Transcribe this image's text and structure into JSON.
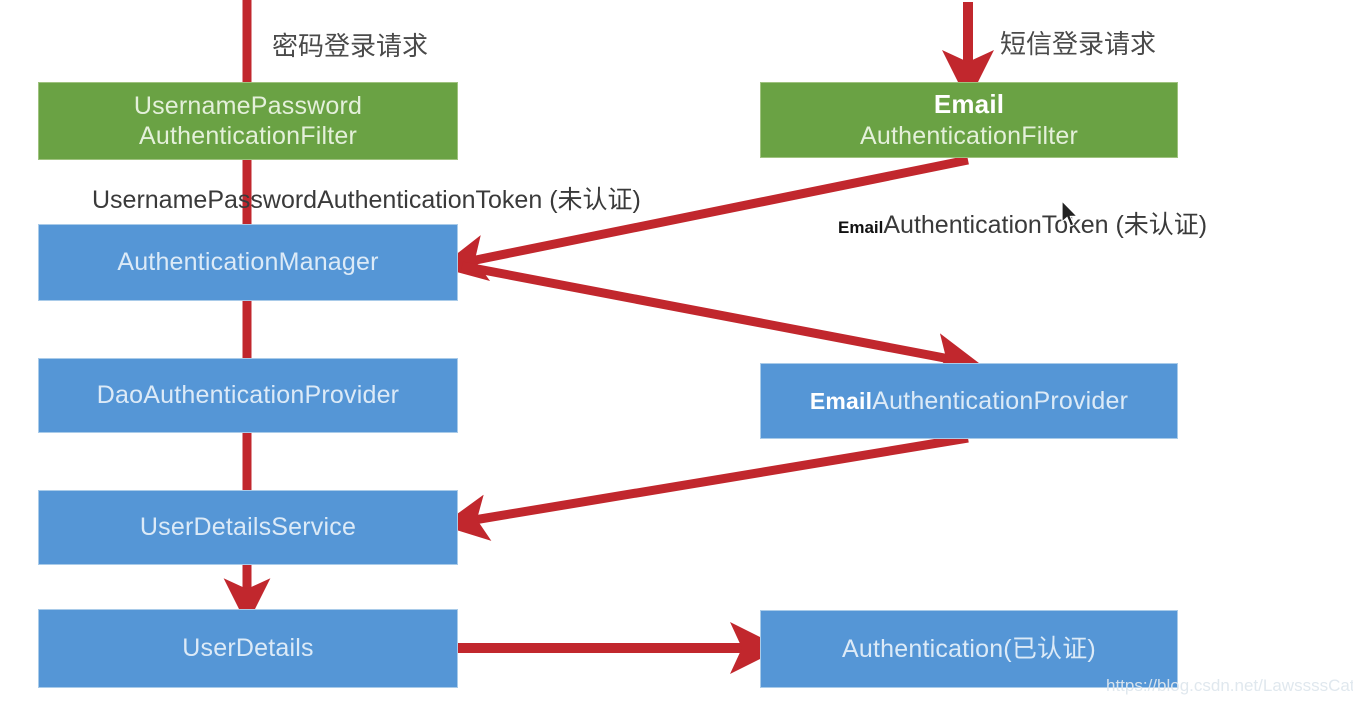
{
  "diagram": {
    "title_left": "密码登录请求",
    "title_right": "短信登录请求",
    "accent_red": "#C1272D",
    "green": "#6AA244",
    "blue": "#5596D6",
    "nodes": [
      {
        "id": "username-password-authentication-filter",
        "prefix": "",
        "line1": "UsernamePassword",
        "line2": "AuthenticationFilter",
        "color": "green"
      },
      {
        "id": "email-authentication-filter",
        "prefix": "Email",
        "line1": "Email",
        "line2": "AuthenticationFilter",
        "color": "green"
      },
      {
        "id": "authentication-manager",
        "prefix": "",
        "line1": "AuthenticationManager",
        "line2": "",
        "color": "blue"
      },
      {
        "id": "dao-authentication-provider",
        "prefix": "",
        "line1": "DaoAuthenticationProvider",
        "line2": "",
        "color": "blue"
      },
      {
        "id": "email-authentication-provider",
        "prefix": "Email",
        "line1": "AuthenticationProvider",
        "line2": "",
        "color": "blue"
      },
      {
        "id": "user-details-service",
        "prefix": "",
        "line1": "UserDetailsService",
        "line2": "",
        "color": "blue"
      },
      {
        "id": "user-details",
        "prefix": "",
        "line1": "UserDetails",
        "line2": "",
        "color": "blue"
      },
      {
        "id": "authentication-authenticated",
        "prefix": "",
        "line1": "Authentication(已认证)",
        "line2": "",
        "color": "blue"
      }
    ],
    "edge_labels": {
      "left_token": "UsernamePasswordAuthenticationToken (未认证)",
      "right_token_prefix": "Email",
      "right_token": "AuthenticationToken (未认证)"
    },
    "watermark": "https://blog.csdn.net/LawssssCat"
  }
}
